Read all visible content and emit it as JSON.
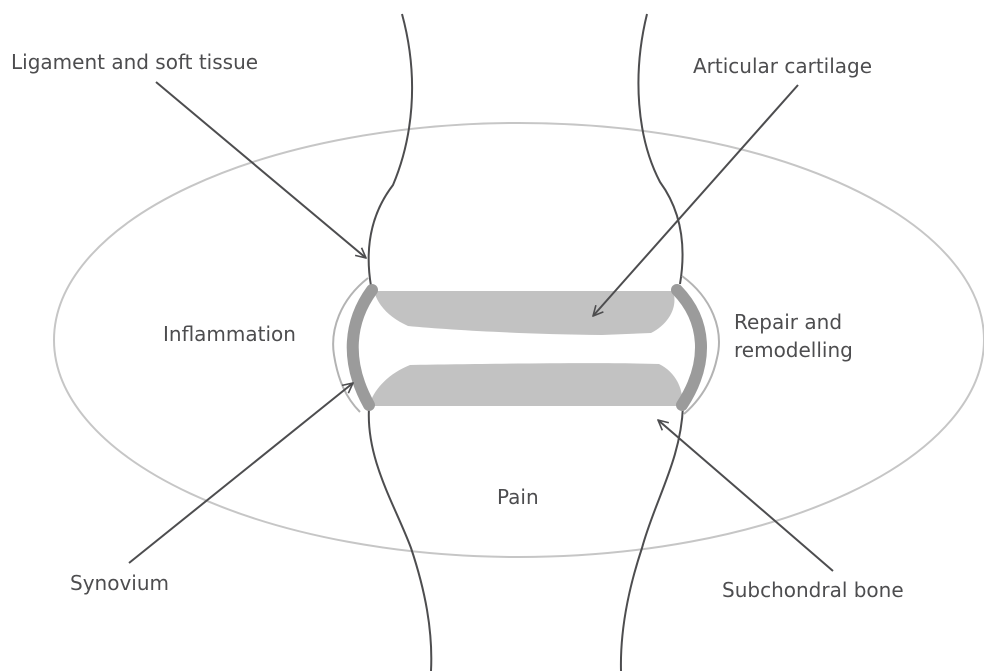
{
  "labels": {
    "ligament": "Ligament and soft tissue",
    "articular_cartilage": "Articular cartilage",
    "inflammation": "Inflammation",
    "repair_line1": "Repair and",
    "repair_line2": "remodelling",
    "pain": "Pain",
    "synovium": "Synovium",
    "subchondral_bone": "Subchondral bone"
  },
  "colors": {
    "outline": "#4d4d4f",
    "ellipse": "#c6c6c6",
    "cartilage": "#c2c2c2",
    "synovium_band": "#9b9b9b",
    "text": "#4d4d4f"
  }
}
